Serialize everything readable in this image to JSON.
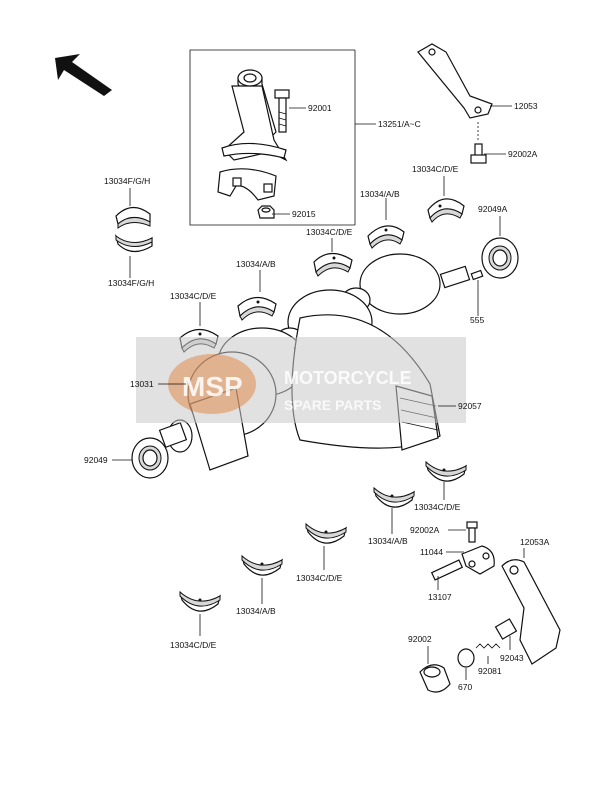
{
  "labels": {
    "p92001": "92001",
    "p13251": "13251/A~C",
    "p12053": "12053",
    "p92002A_top": "92002A",
    "p13034CDE_1": "13034C/D/E",
    "p92049A": "92049A",
    "p13034FGH_top": "13034F/G/H",
    "p13034FGH_bot": "13034F/G/H",
    "p92015": "92015",
    "p13034AB_1": "13034/A/B",
    "p13034CDE_2": "13034C/D/E",
    "p13034AB_2": "13034/A/B",
    "p555": "555",
    "p13034CDE_3": "13034C/D/E",
    "p13031": "13031",
    "p92057": "92057",
    "p92049": "92049",
    "p13034CDE_4": "13034C/D/E",
    "p92002A_mid": "92002A",
    "p13034AB_3": "13034/A/B",
    "p11044": "11044",
    "p12053A": "12053A",
    "p13034CDE_5": "13034C/D/E",
    "p13034AB_4": "13034/A/B",
    "p13107": "13107",
    "p13034CDE_6": "13034C/D/E",
    "p92002": "92002",
    "p92043": "92043",
    "p92081": "92081",
    "p670": "670"
  },
  "watermark": {
    "logo": "MSP",
    "line1": "MOTORCYCLE",
    "line2": "SPARE PARTS"
  },
  "colors": {
    "ink": "#111111",
    "watermark_bg": "#c9c9c9",
    "watermark_logo": "#e07a2e"
  }
}
